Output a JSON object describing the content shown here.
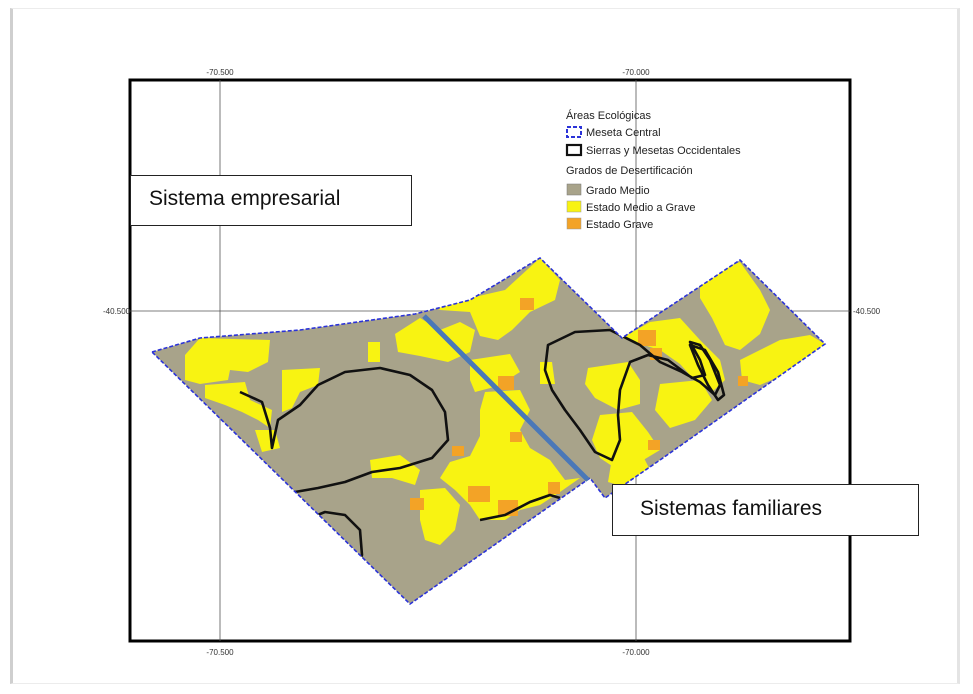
{
  "map": {
    "ticks": {
      "x_top": [
        "-70.500",
        "-70.000"
      ],
      "x_bottom": [
        "-70.500",
        "-70.000"
      ],
      "y_left": [
        "-40.500"
      ],
      "y_right": [
        "-40.500"
      ]
    },
    "legend": {
      "section1_title": "Áreas Ecológicas",
      "boundary_items": [
        {
          "label": "Meseta Central",
          "stroke": "#2b33d8",
          "style": "dashed"
        },
        {
          "label": "Sierras y Mesetas Occidentales",
          "stroke": "#111111",
          "style": "solid"
        }
      ],
      "section2_title": "Grados de Desertificación",
      "fill_items": [
        {
          "label": "Grado Medio",
          "color": "#a8a38a"
        },
        {
          "label": "Estado Medio a Grave",
          "color": "#f8f312"
        },
        {
          "label": "Estado Grave",
          "color": "#f3a326"
        }
      ]
    },
    "divider_color": "#4a78b8"
  },
  "annotations": {
    "empresarial": "Sistema empresarial",
    "familiares": "Sistemas familiares"
  }
}
